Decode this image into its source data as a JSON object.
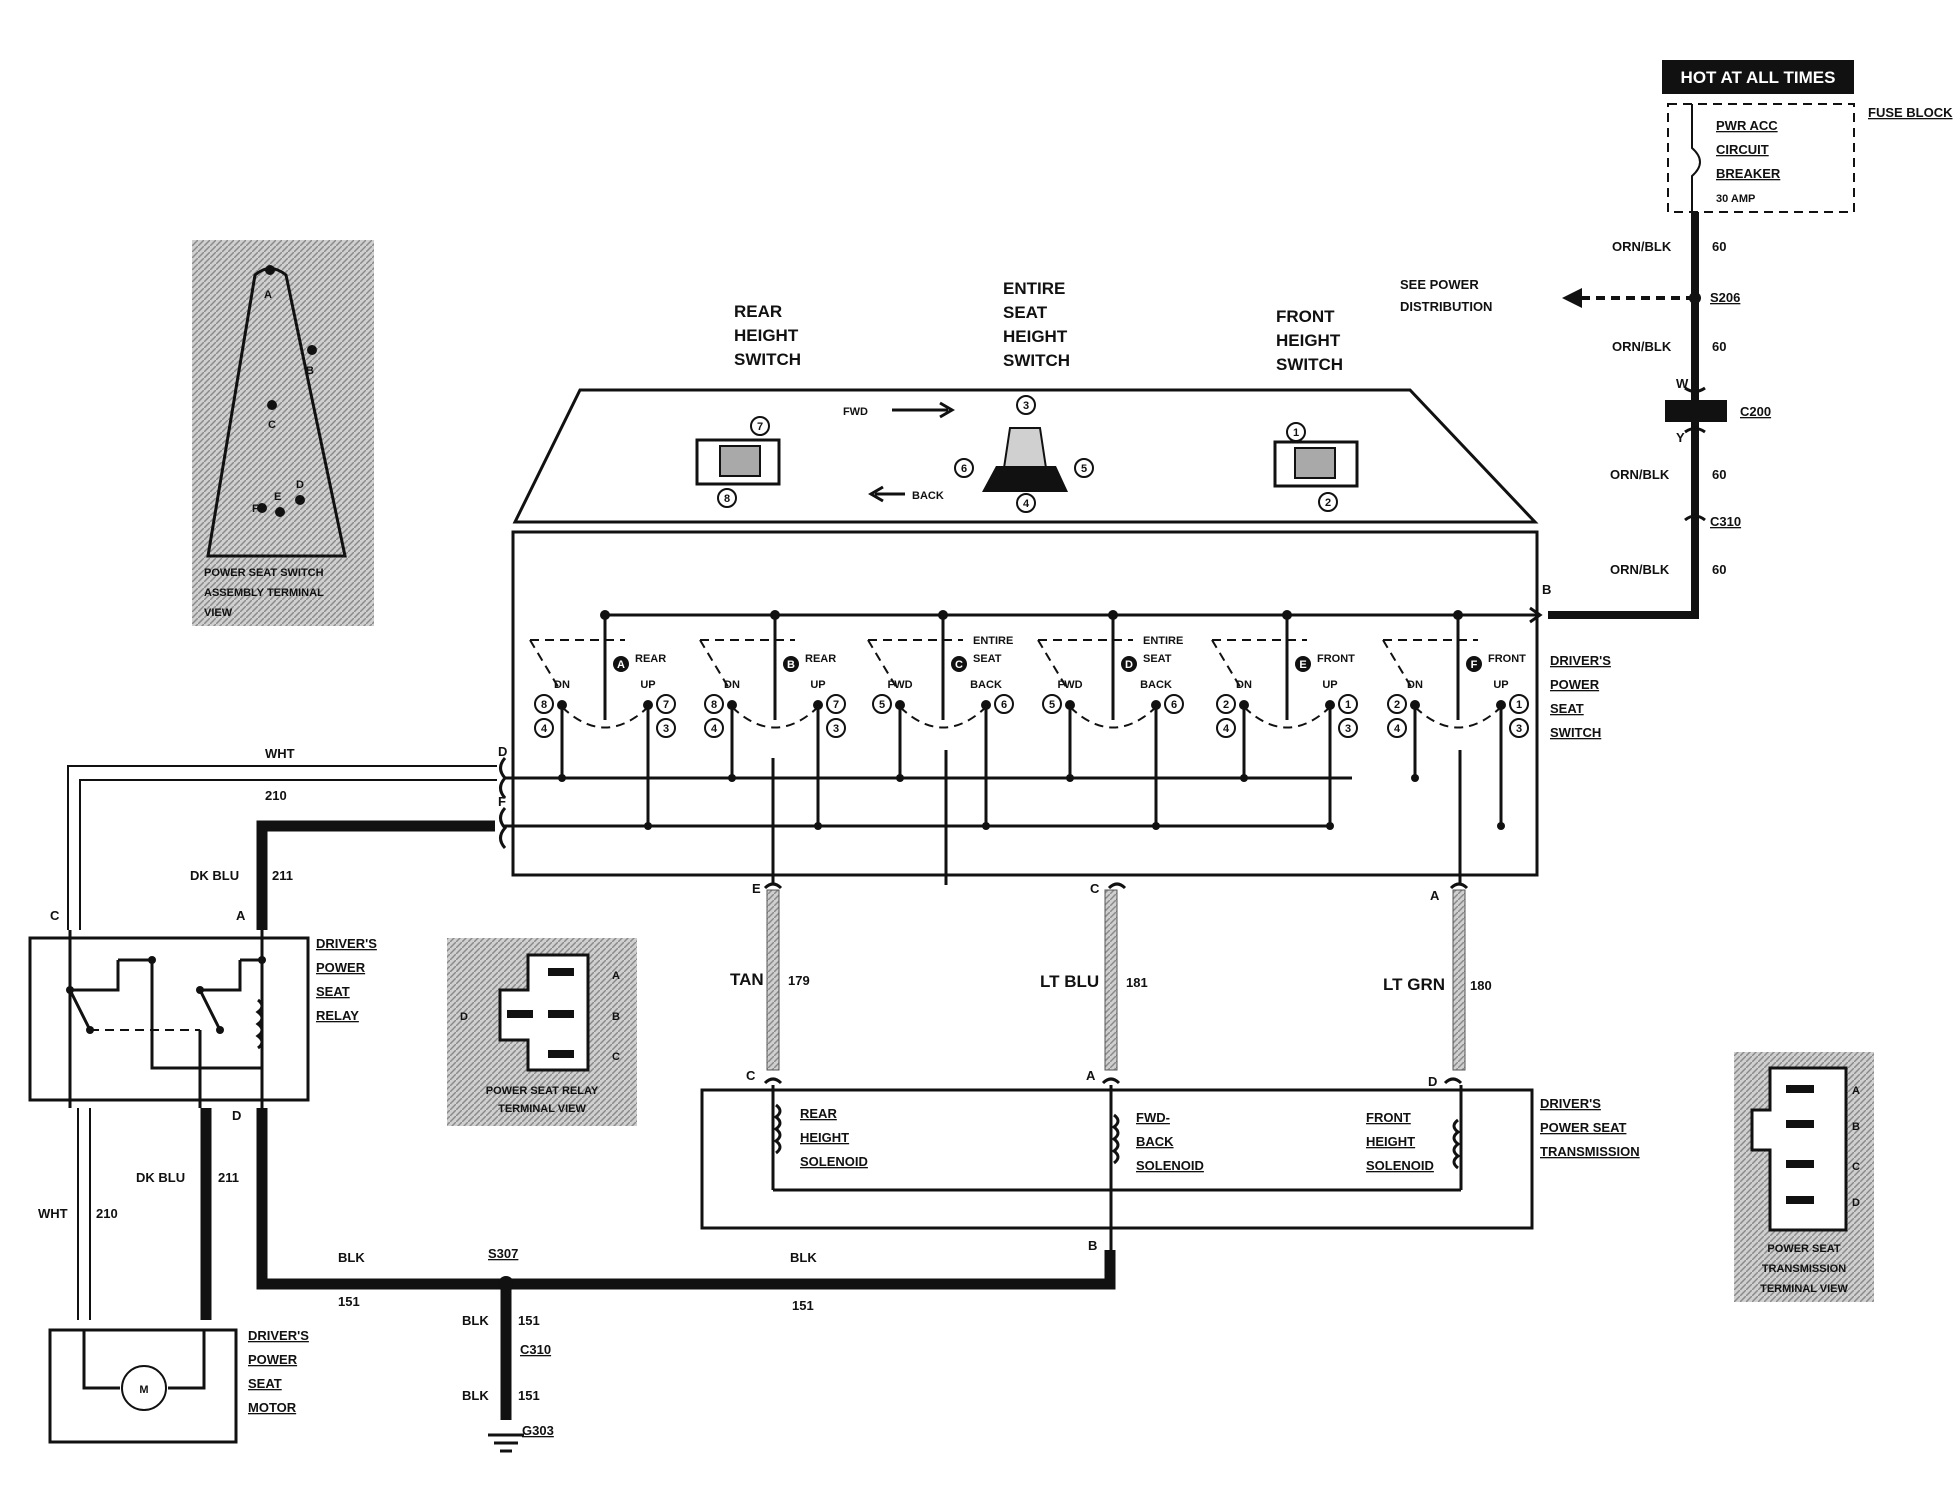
{
  "power": {
    "hot_label": "HOT AT ALL TIMES",
    "fuse_block": "FUSE BLOCK",
    "breaker_lines": [
      "PWR ACC",
      "CIRCUIT",
      "BREAKER"
    ],
    "breaker_rating": "30 AMP",
    "see_power_dist": [
      "SEE POWER",
      "DISTRIBUTION"
    ]
  },
  "feed": {
    "wire_color": "ORN/BLK",
    "circuit": "60",
    "splice": "S206",
    "conn_c200": "C200",
    "conn_c310": "C310",
    "pin_w": "W",
    "pin_y": "Y",
    "pin_b": "B"
  },
  "switch_panel": {
    "rear_height": [
      "REAR",
      "HEIGHT",
      "SWITCH"
    ],
    "entire_seat": [
      "ENTIRE",
      "SEAT",
      "HEIGHT",
      "SWITCH"
    ],
    "front_height": [
      "FRONT",
      "HEIGHT",
      "SWITCH"
    ],
    "fwd": "FWD",
    "back": "BACK",
    "nums": [
      "1",
      "2",
      "3",
      "4",
      "5",
      "6",
      "7",
      "8"
    ]
  },
  "switch_assembly": {
    "name_lines": [
      "DRIVER'S",
      "POWER",
      "SEAT",
      "SWITCH"
    ],
    "contacts": [
      {
        "letter": "A",
        "name": [
          "REAR"
        ],
        "left": "DN",
        "right": "UP",
        "lt": "8",
        "lb": "4",
        "rt": "7",
        "rb": "3"
      },
      {
        "letter": "B",
        "name": [
          "REAR"
        ],
        "left": "DN",
        "right": "UP",
        "lt": "8",
        "lb": "4",
        "rt": "7",
        "rb": "3"
      },
      {
        "letter": "C",
        "name": [
          "ENTIRE",
          "SEAT"
        ],
        "left": "FWD",
        "right": "BACK",
        "lt": "5",
        "lb": "",
        "rt": "6",
        "rb": ""
      },
      {
        "letter": "D",
        "name": [
          "ENTIRE",
          "SEAT"
        ],
        "left": "FWD",
        "right": "BACK",
        "lt": "5",
        "lb": "",
        "rt": "6",
        "rb": ""
      },
      {
        "letter": "E",
        "name": [
          "FRONT"
        ],
        "left": "DN",
        "right": "UP",
        "lt": "2",
        "lb": "4",
        "rt": "1",
        "rb": "3"
      },
      {
        "letter": "F",
        "name": [
          "FRONT"
        ],
        "left": "DN",
        "right": "UP",
        "lt": "2",
        "lb": "4",
        "rt": "1",
        "rb": "3"
      }
    ],
    "pins": {
      "d": "D",
      "f": "F",
      "e": "E",
      "c": "C",
      "a": "A"
    }
  },
  "switch_terminal_view": {
    "label_lines": [
      "POWER SEAT SWITCH",
      "ASSEMBLY TERMINAL",
      "VIEW"
    ],
    "pins": [
      "A",
      "B",
      "C",
      "D",
      "E",
      "F"
    ]
  },
  "relay": {
    "name_lines": [
      "DRIVER'S",
      "POWER",
      "SEAT",
      "RELAY"
    ],
    "pins": {
      "c": "C",
      "a": "A",
      "d": "D"
    },
    "terminal_label": [
      "POWER SEAT RELAY",
      "TERMINAL VIEW"
    ],
    "terminal_pins": [
      "A",
      "B",
      "C",
      "D"
    ]
  },
  "wires": {
    "wht": "WHT",
    "wht_circuit": "210",
    "dkblu": "DK BLU",
    "dkblu_circuit": "211",
    "tan": "TAN",
    "tan_circuit": "179",
    "ltblu": "LT BLU",
    "ltblu_circuit": "181",
    "ltgrn": "LT GRN",
    "ltgrn_circuit": "180",
    "blk": "BLK",
    "blk_circuit": "151"
  },
  "transmission": {
    "name_lines": [
      "DRIVER'S",
      "POWER SEAT",
      "TRANSMISSION"
    ],
    "rear_solenoid": [
      "REAR",
      "HEIGHT",
      "SOLENOID"
    ],
    "fwd_back_solenoid": [
      "FWD-",
      "BACK",
      "SOLENOID"
    ],
    "front_solenoid": [
      "FRONT",
      "HEIGHT",
      "SOLENOID"
    ],
    "pins": {
      "c": "C",
      "a": "A",
      "d": "D",
      "b": "B"
    },
    "terminal_label": [
      "POWER SEAT",
      "TRANSMISSION",
      "TERMINAL VIEW"
    ],
    "terminal_pins": [
      "A",
      "B",
      "C",
      "D"
    ]
  },
  "motor": {
    "name_lines": [
      "DRIVER'S",
      "POWER",
      "SEAT",
      "MOTOR"
    ],
    "symbol": "M"
  },
  "ground": {
    "splice": "S307",
    "conn": "C310",
    "ground": "G303"
  }
}
